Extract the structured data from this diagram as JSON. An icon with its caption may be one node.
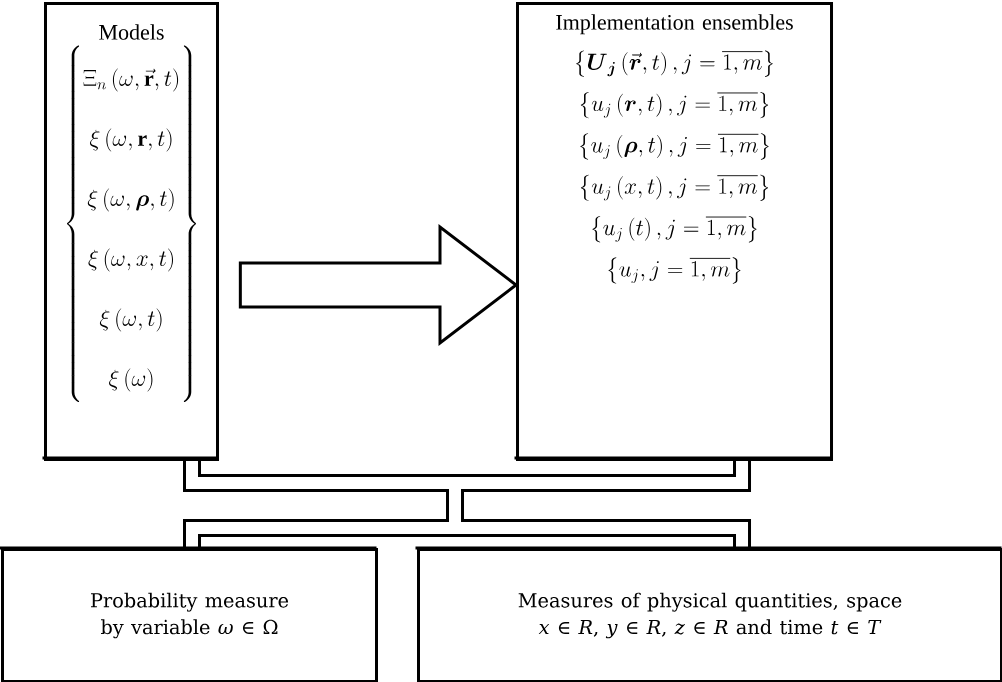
{
  "diagram": {
    "nodes": [
      {
        "text": [
          "Models",
          "\\left\\{\\begin{matrix}\\Xi_n\\left(\\omega,\\vec{\\mathbf{r}},t\\right)\\\\ \\xi\\left(\\omega,\\mathbf{r},t\\right)\\\\ \\xi\\left(\\omega,\\boldsymbol{\\rho},t\\right)\\\\ \\xi\\left(\\omega,x,t\\right)\\\\ \\xi\\left(\\omega,t\\right)\\\\ \\xi\\left(\\omega\\right)\\end{matrix}\\right\\}"
        ]
      },
      {
        "text": [
          "Implementation ensembles",
          "\\left\\{\\boldsymbol{U}_{\\boldsymbol{j}}\\left(\\vec{\\boldsymbol{r}},t\\right),j=\\overline{1,m}\\right\\}",
          "\\left\\{u_j\\left(\\boldsymbol{r},t\\right),j=\\overline{1,m}\\right\\}",
          "\\left\\{u_j\\left(\\boldsymbol{\\rho},t\\right),j=\\overline{1,m}\\right\\}",
          "\\left\\{u_j\\left(x,t\\right),j=\\overline{1,m}\\right\\}",
          "\\left\\{u_j\\left(t\\right),j=\\overline{1,m}\\right\\}",
          "\\left\\{u_j,j=\\overline{1,m}\\right\\}"
        ]
      },
      {
        "text": [
          "Probability measure by variable *ω* ∈ Ω"
        ]
      },
      {
        "text": [
          "Measures of physical quantities, space *x* ∈ *R*, *y* ∈ *R*, *z* ∈ *R* and time *t* ∈ *T*"
        ]
      }
    ],
    "edges": [
      {
        "from": 0,
        "to": 1,
        "arrow": "to"
      },
      {
        "from": 0,
        "to": 2,
        "arrow": "none"
      },
      {
        "from": 0,
        "to": 3,
        "arrow": "none"
      },
      {
        "from": 1,
        "to": 2,
        "arrow": "none"
      },
      {
        "from": 1,
        "to": 3,
        "arrow": "none"
      }
    ]
  }
}
